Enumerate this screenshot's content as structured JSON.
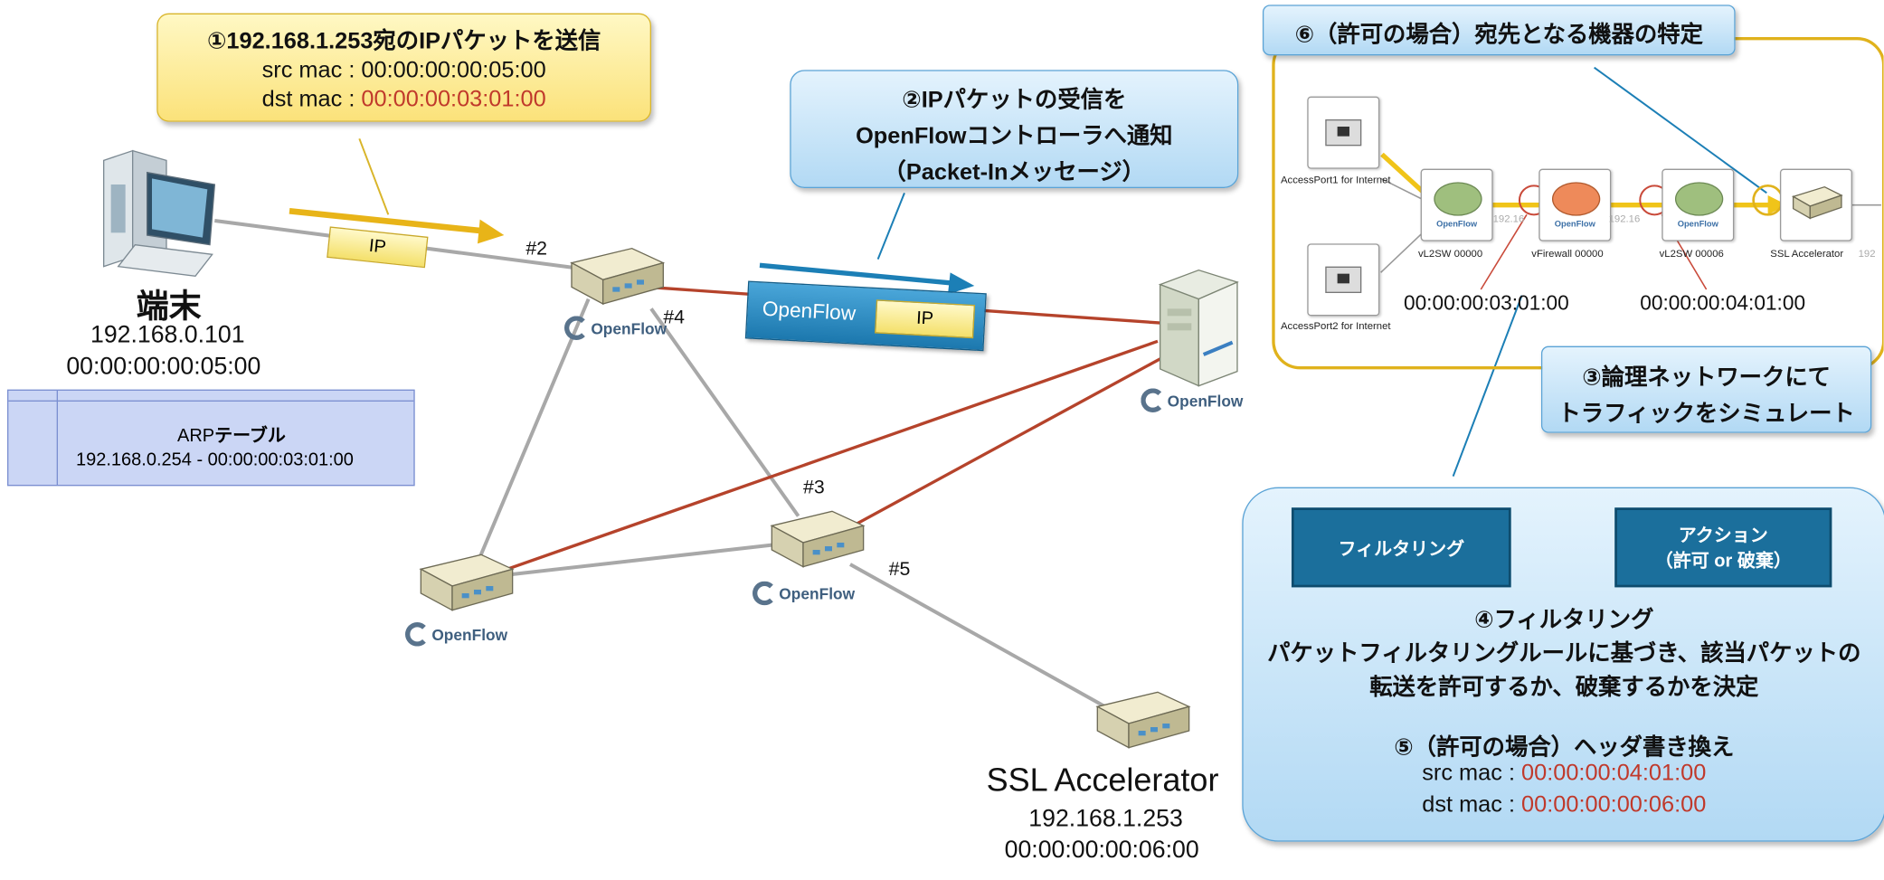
{
  "terminal": {
    "name": "端末",
    "ip": "192.168.0.101",
    "mac": "00:00:00:00:05:00"
  },
  "arp_table": {
    "title_prefix": "ARP",
    "title_suffix": "テーブル",
    "entry": "192.168.0.254 - 00:00:00:03:01:00"
  },
  "callout1": {
    "title": "①192.168.1.253宛のIPパケットを送信",
    "src_label": "src mac : ",
    "src_mac": "00:00:00:00:05:00",
    "dst_label": "dst mac : ",
    "dst_mac": "00:00:00:03:01:00"
  },
  "callout2": {
    "line1": "②IPパケットの受信を",
    "line2": "OpenFlowコントローラへ通知",
    "line3": "（Packet-Inメッセージ）"
  },
  "packet_tag": "IP",
  "openflow_packet": {
    "label": "OpenFlow",
    "inner": "IP"
  },
  "switch_labels": {
    "s2": "#2",
    "s3": "#3",
    "s4": "#4",
    "s5": "#5"
  },
  "openflow_logo": "OpenFlow",
  "ssl": {
    "name": "SSL Accelerator",
    "ip": "192.168.1.253",
    "mac": "00:00:00:00:06:00"
  },
  "callout6": {
    "title": "⑥（許可の場合）宛先となる機器の特定"
  },
  "callout3": {
    "line1": "③論理ネットワークにて",
    "line2": "トラフィックをシミュレート"
  },
  "logical": {
    "access1": "AccessPort1 for Internet",
    "access2": "AccessPort2 for Internet",
    "vl2sw1": "vL2SW 00000",
    "vfw": "vFirewall 00000",
    "vl2sw2": "vL2SW 00006",
    "ssl": "SSL Accelerator",
    "mac1": "00:00:00:03:01:00",
    "mac2": "00:00:00:04:01:00",
    "of_small": "OpenFlow",
    "ip_fragment1": "192.16",
    "ip_fragment2": "192.16",
    "ip_fragment3": "192"
  },
  "filter_panel": {
    "filter_box": "フィルタリング",
    "action_line1": "アクション",
    "action_line2": "（許可 or 破棄）",
    "step4_title": "④フィルタリング",
    "step4_line1": "パケットフィルタリングルールに基づき、該当パケットの",
    "step4_line2": "転送を許可するか、破棄するかを決定",
    "step5_title": "⑤（許可の場合）ヘッダ書き換え",
    "src_label": "src mac : ",
    "src_mac": "00:00:00:04:01:00",
    "dst_label": "dst mac : ",
    "dst_mac": "00:00:00:00:06:00"
  }
}
